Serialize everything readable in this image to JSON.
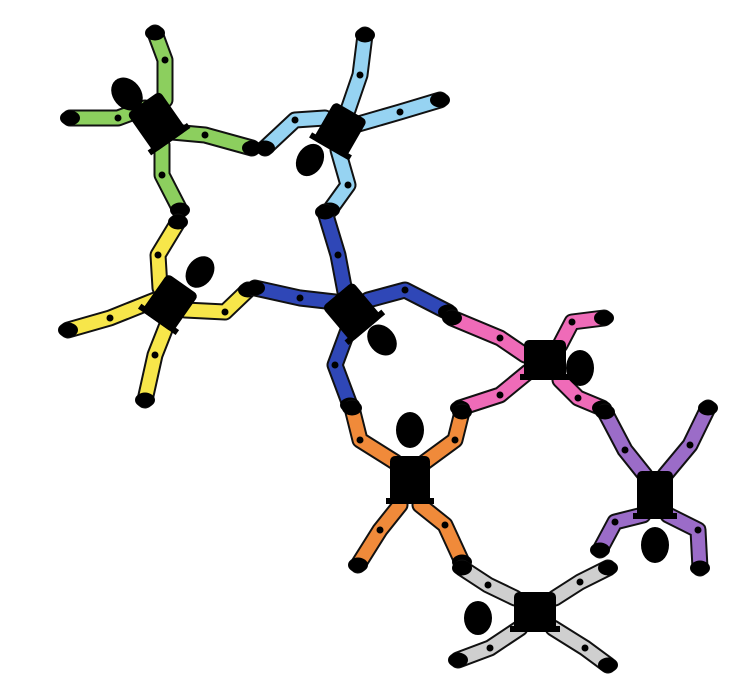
{
  "diagram": {
    "background": "#ffffff",
    "outline_color": "#111111",
    "body_color": "#000000",
    "figures": [
      {
        "id": "green",
        "color": "#8ccf5e"
      },
      {
        "id": "skyblue",
        "color": "#96d3f2"
      },
      {
        "id": "yellow",
        "color": "#f7e64a"
      },
      {
        "id": "blue",
        "color": "#2f47b7"
      },
      {
        "id": "pink",
        "color": "#ef6bb8"
      },
      {
        "id": "orange",
        "color": "#f08a3a"
      },
      {
        "id": "purple",
        "color": "#9b6cc8"
      },
      {
        "id": "gray",
        "color": "#cfcfcf"
      }
    ]
  }
}
